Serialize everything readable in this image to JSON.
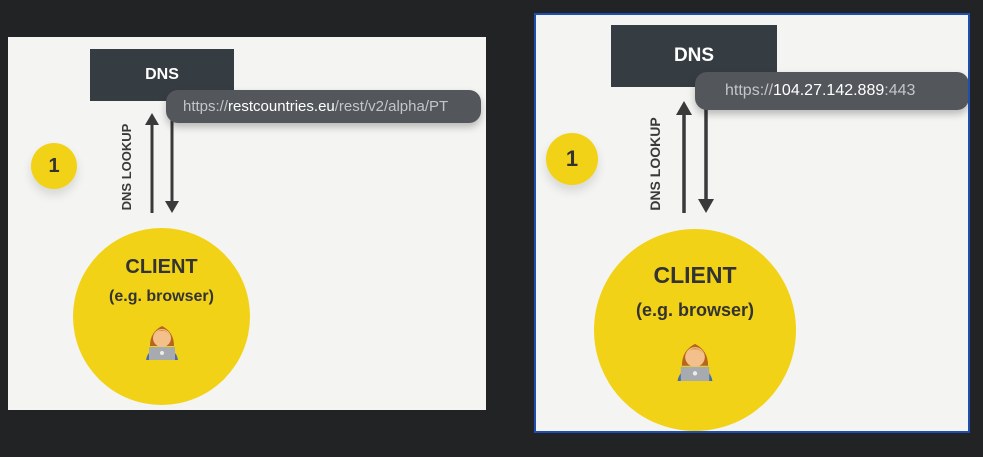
{
  "left": {
    "dns_label": "DNS",
    "url": {
      "prefix": "https://",
      "domain": "restcountries.eu",
      "path": "/rest/v2/alpha/PT"
    },
    "step": "1",
    "lookup_label": "DNS LOOKUP",
    "client": {
      "title": "CLIENT",
      "subtitle": "(e.g. browser)",
      "icon": "person-laptop-icon"
    }
  },
  "right": {
    "dns_label": "DNS",
    "url": {
      "prefix": "https://",
      "ip": "104.27.142.889",
      "port": ":443"
    },
    "step": "1",
    "lookup_label": "DNS LOOKUP",
    "client": {
      "title": "CLIENT",
      "subtitle": "(e.g. browser)",
      "icon": "person-laptop-icon"
    }
  },
  "colors": {
    "accent_yellow": "#f2d216",
    "dns_box": "#363d42",
    "pill": "#53575b",
    "panel_bg": "#f4f4f2"
  }
}
